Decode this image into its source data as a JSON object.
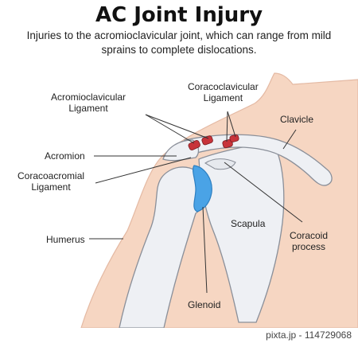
{
  "title": "AC Joint Injury",
  "subtitle_line1": "Injuries to the acromioclavicular joint, which can range from mild",
  "subtitle_line2": "sprains to complete dislocations.",
  "labels": {
    "acromioclavicular_l1": "Acromioclavicular",
    "acromioclavicular_l2": "Ligament",
    "coracoclavicular_l1": "Coracoclavicular",
    "coracoclavicular_l2": "Ligament",
    "clavicle": "Clavicle",
    "acromion": "Acromion",
    "coracoacromial_l1": "Coracoacromial",
    "coracoacromial_l2": "Ligament",
    "humerus": "Humerus",
    "scapula": "Scapula",
    "coracoid_l1": "Coracoid",
    "coracoid_l2": "process",
    "glenoid": "Glenoid"
  },
  "footer": "pixta.jp - 114729068",
  "colors": {
    "skin": "#f6d6c2",
    "bone": "#eef0f4",
    "bone_outline": "#8a8f99",
    "ligament": "#c8343a",
    "glenoid": "#4aa3e6"
  }
}
